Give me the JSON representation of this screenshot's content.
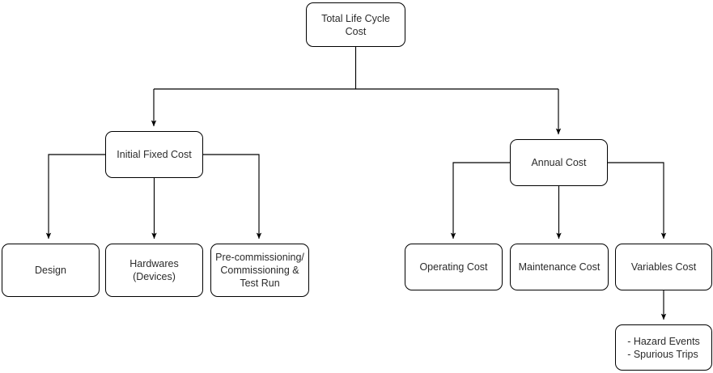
{
  "diagram": {
    "title": "Total Life Cycle Cost breakdown tree",
    "type": "hierarchy-tree",
    "stroke_color": "#000000",
    "node_fill_color": "#ffffff",
    "text_color": "#2b2b2b",
    "nodes": {
      "total": {
        "label": "Total Life Cycle Cost"
      },
      "initial_fixed": {
        "label": "Initial Fixed Cost"
      },
      "annual": {
        "label": "Annual Cost"
      },
      "design": {
        "label": "Design"
      },
      "hardwares": {
        "label": "Hardwares\n(Devices)"
      },
      "precommissioning": {
        "label": "Pre-commissioning/\nCommissioning &\nTest Run"
      },
      "operating": {
        "label": "Operating Cost"
      },
      "maintenance": {
        "label": "Maintenance Cost"
      },
      "variables": {
        "label": "Variables Cost"
      },
      "hazard_events": {
        "label": "- Hazard Events\n- Spurious Trips"
      }
    }
  }
}
